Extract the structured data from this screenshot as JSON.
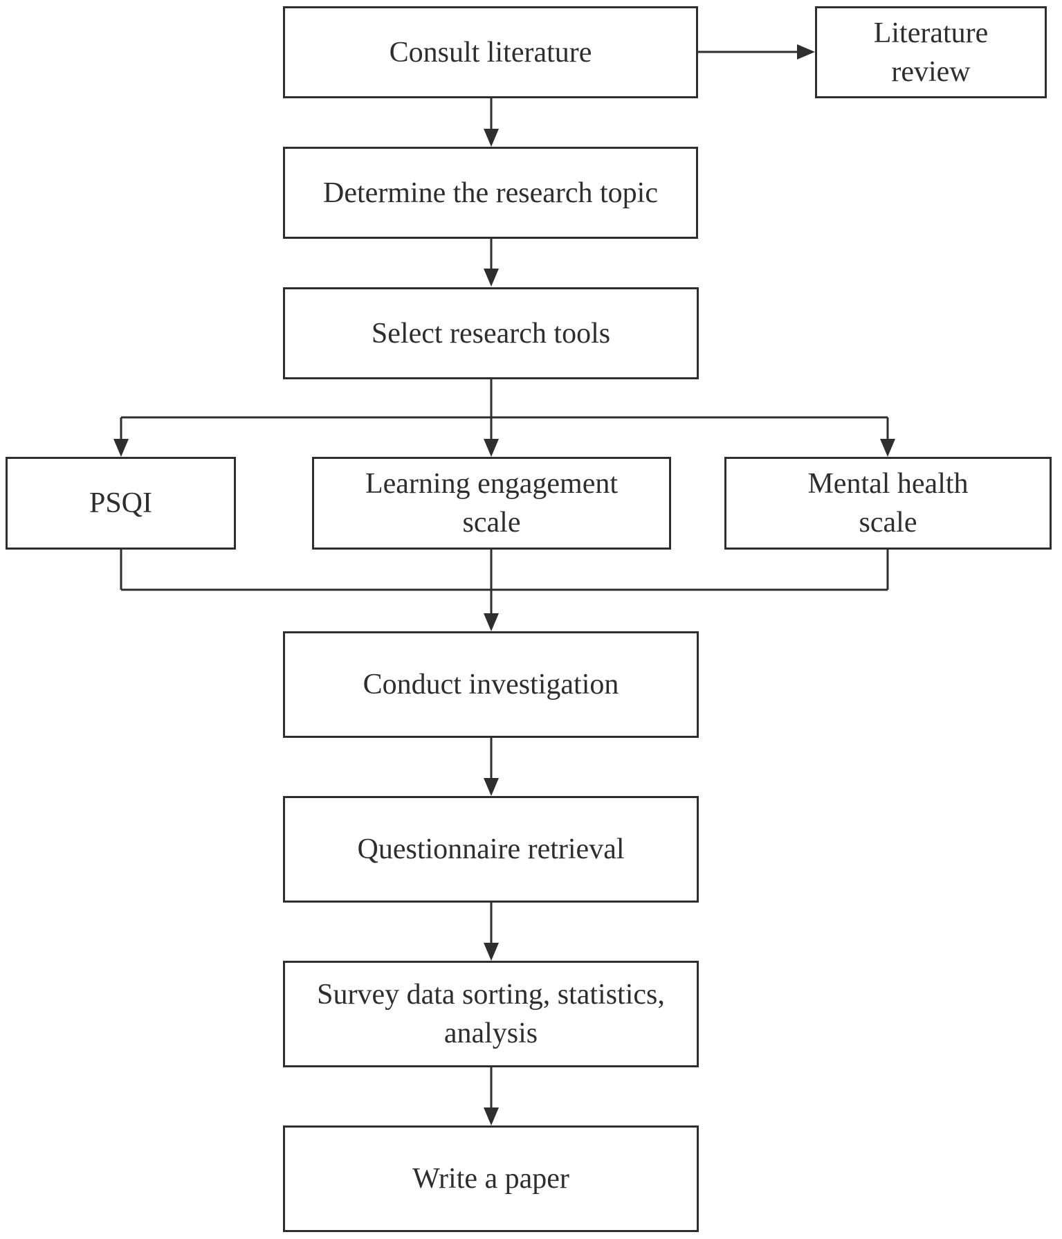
{
  "diagram": {
    "nodes": {
      "consult_literature": "Consult literature",
      "literature_review": "Literature review",
      "determine_topic": "Determine the research topic",
      "select_tools": "Select research tools",
      "psqi": "PSQI",
      "learning_engagement": "Learning engagement scale",
      "mental_health": "Mental health scale",
      "conduct_investigation": "Conduct investigation",
      "questionnaire_retrieval": "Questionnaire retrieval",
      "survey_data": "Survey data sorting, statistics, analysis",
      "write_paper": "Write a paper"
    },
    "edges": [
      [
        "consult_literature",
        "literature_review"
      ],
      [
        "consult_literature",
        "determine_topic"
      ],
      [
        "determine_topic",
        "select_tools"
      ],
      [
        "select_tools",
        "psqi"
      ],
      [
        "select_tools",
        "learning_engagement"
      ],
      [
        "select_tools",
        "mental_health"
      ],
      [
        "psqi",
        "conduct_investigation"
      ],
      [
        "learning_engagement",
        "conduct_investigation"
      ],
      [
        "mental_health",
        "conduct_investigation"
      ],
      [
        "conduct_investigation",
        "questionnaire_retrieval"
      ],
      [
        "questionnaire_retrieval",
        "survey_data"
      ],
      [
        "survey_data",
        "write_paper"
      ]
    ],
    "line_color": "#2e2e2e"
  }
}
